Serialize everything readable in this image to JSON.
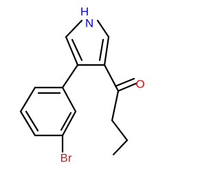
{
  "molecule": {
    "atoms": [
      {
        "id": "nh",
        "label": "H",
        "color": "#0000ff"
      },
      {
        "id": "n",
        "label": "N",
        "color": "#0000ff"
      },
      {
        "id": "o",
        "label": "O",
        "color": "#ff0000"
      },
      {
        "id": "br",
        "label": "Br",
        "color": "#a52a2a"
      }
    ],
    "bond_color": "#000000"
  }
}
